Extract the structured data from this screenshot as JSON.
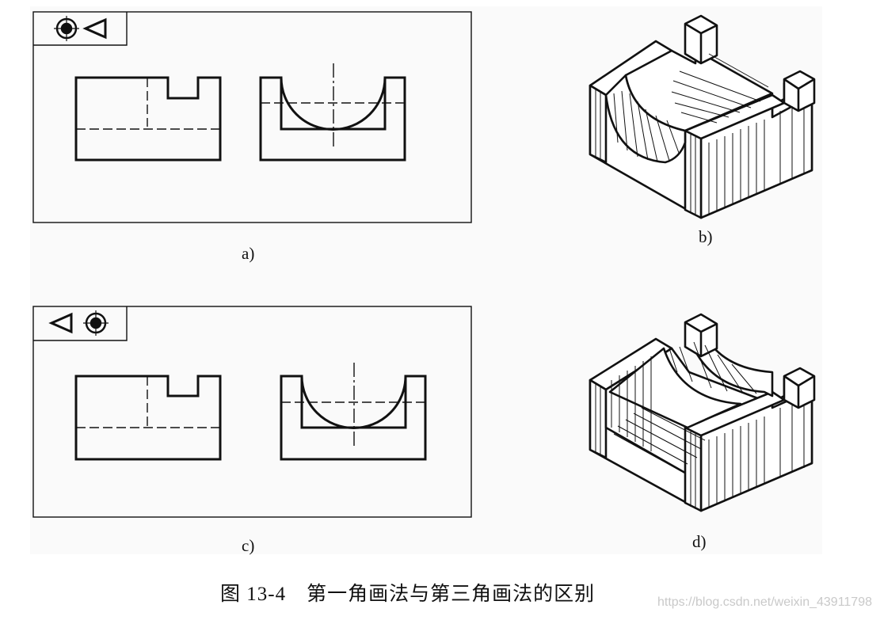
{
  "figure": {
    "labels": {
      "a": "a)",
      "b": "b)",
      "c": "c)",
      "d": "d)"
    },
    "caption": {
      "number": "图 13-4",
      "title": "第一角画法与第三角画法的区别"
    }
  },
  "watermark": "https://blog.csdn.net/weixin_43911798",
  "colors": {
    "line": "#111111",
    "background": "#ffffff",
    "panel": "#fafafa",
    "watermark": "#c9c9c9"
  }
}
